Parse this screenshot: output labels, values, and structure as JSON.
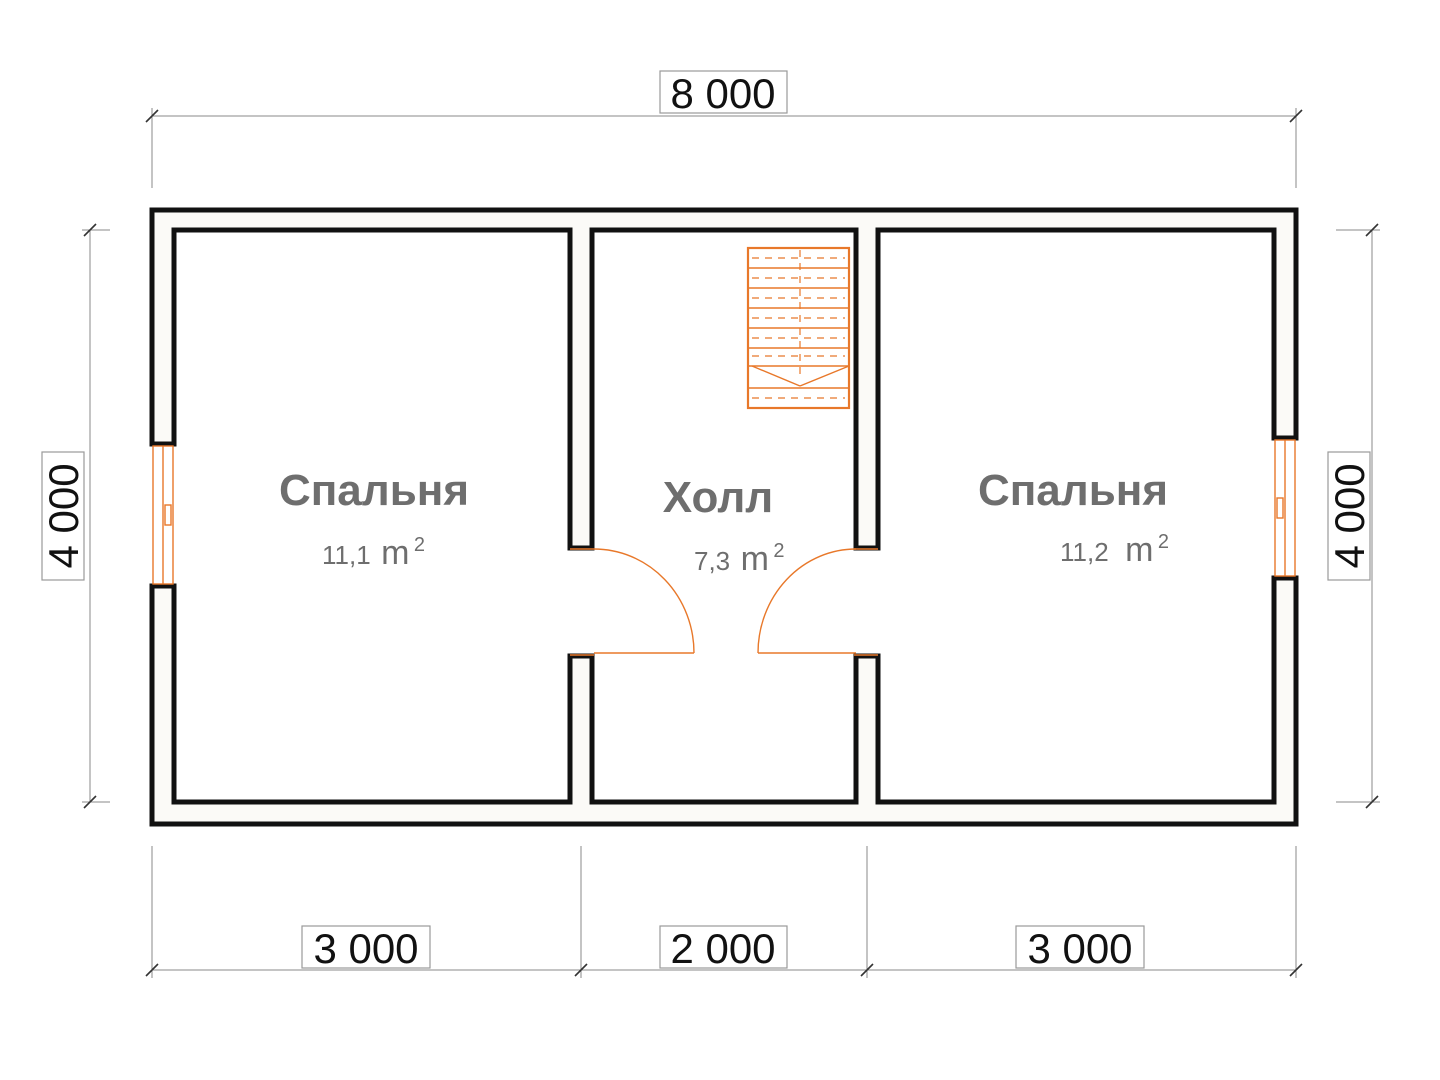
{
  "dimensions": {
    "top": "8 000",
    "left": "4 000",
    "right": "4 000",
    "bottom_left": "3 000",
    "bottom_middle": "2 000",
    "bottom_right": "3 000"
  },
  "rooms": [
    {
      "name": "Спальня",
      "area": "11,1",
      "unit": "m",
      "sup": "2"
    },
    {
      "name": "Холл",
      "area": "7,3",
      "unit": "m",
      "sup": "2"
    },
    {
      "name": "Спальня",
      "area": "11,2",
      "unit": "m",
      "sup": "2"
    }
  ],
  "colors": {
    "wall_outline": "#111111",
    "wall_fill": "#fbfaf7",
    "doors_windows_stairs": "#e8782a",
    "room_text": "#6e6e6e",
    "dimension_line": "#8a8a8a"
  },
  "icons": {
    "stairs": "staircase-icon",
    "door": "door-swing-icon",
    "window": "window-icon"
  }
}
